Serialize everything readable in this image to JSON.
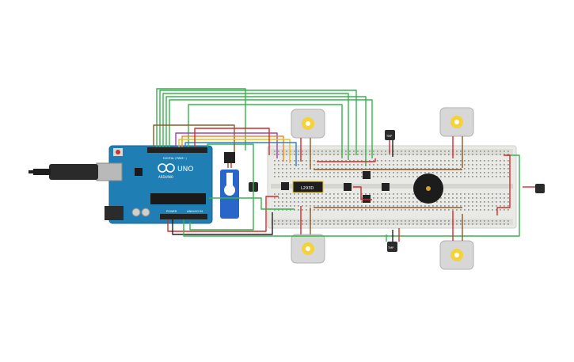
{
  "canvas": {
    "background": "#ffffff"
  },
  "arduino": {
    "brand": "UNO",
    "logo_text": "ARDUINO",
    "digital_header": "DIGITAL (PWM~)",
    "power_header": "POWER",
    "analog_header": "ANALOG IN",
    "board_color": "#1f7fb4"
  },
  "ic": {
    "label": "L293D"
  },
  "sensors": {
    "top_label": "TMP",
    "bottom_label": "TMP"
  },
  "colors": {
    "wire_green": "#35b34a",
    "wire_red": "#d62b2b",
    "wire_brown": "#8b5a2b",
    "wire_orange": "#f08a24",
    "wire_purple": "#a23fb5",
    "wire_yellow": "#e8c21a",
    "wire_black": "#222222",
    "wire_blue": "#2d7fd6",
    "motor_shaft": "#f3d23a",
    "servo_blue": "#2a66c9"
  }
}
